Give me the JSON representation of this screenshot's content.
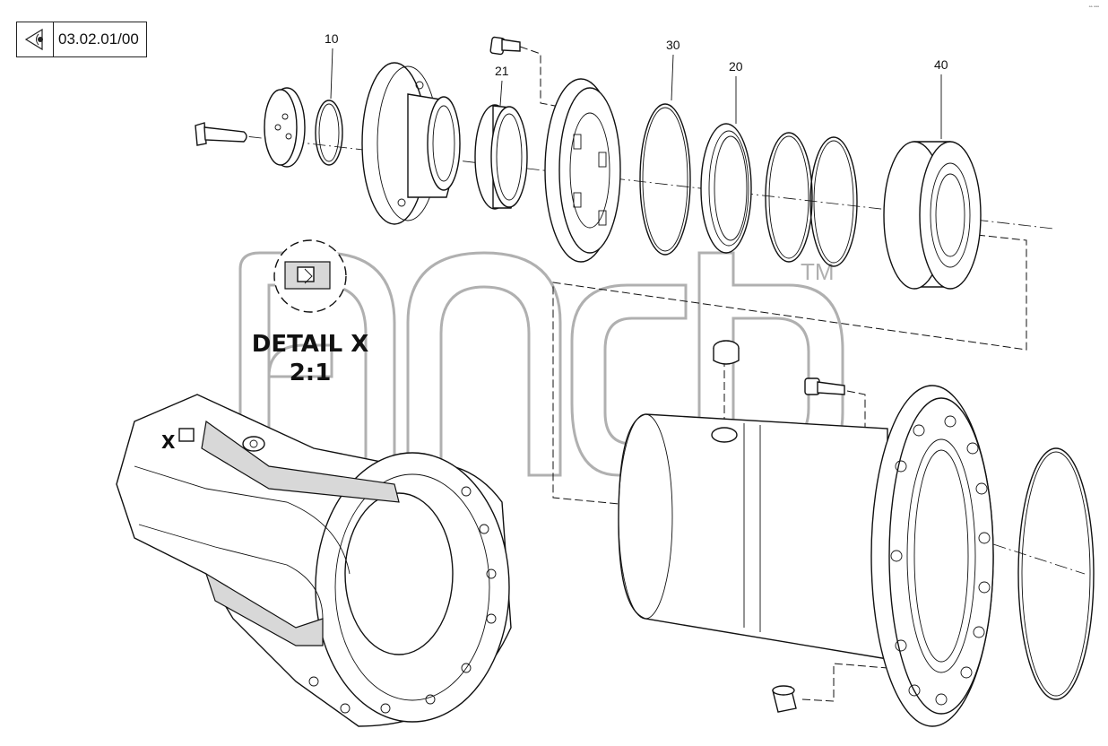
{
  "reference": {
    "code": "03.02.01/00",
    "icon": "view-arrow-icon"
  },
  "corner_mark": "ᵃᵃ ᵃᵃᵃ",
  "watermark": {
    "trademark": "TM"
  },
  "callouts": {
    "p10": "10",
    "p21": "21",
    "p30": "30",
    "p20": "20",
    "p40": "40"
  },
  "detail": {
    "title": "DETAIL X",
    "scale": "2:1",
    "marker": "X"
  }
}
